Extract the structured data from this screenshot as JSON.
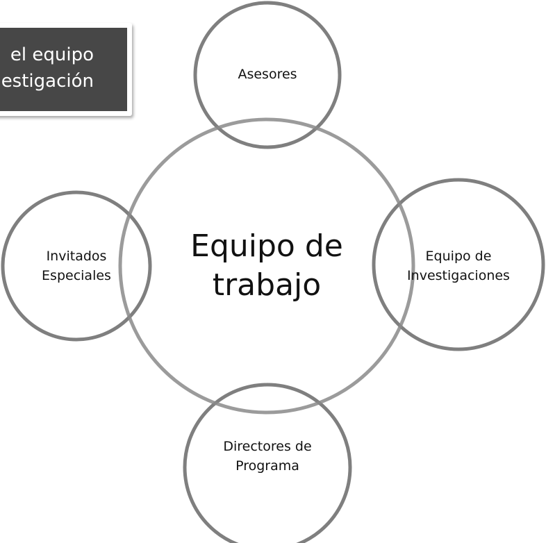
{
  "title": {
    "line1": "el equipo",
    "line2": "estigación"
  },
  "center": {
    "line1": "Equipo de",
    "line2": "trabajo"
  },
  "nodes": {
    "top": {
      "line1": "Asesores"
    },
    "left": {
      "line1": "Invitados",
      "line2": "Especiales"
    },
    "right": {
      "line1": "Equipo de",
      "line2": "Investigaciones"
    },
    "bottom": {
      "line1": "Directores de",
      "line2": "Programa"
    }
  },
  "colors": {
    "stroke": "#7f7f7f",
    "title_bg": "#474747"
  }
}
